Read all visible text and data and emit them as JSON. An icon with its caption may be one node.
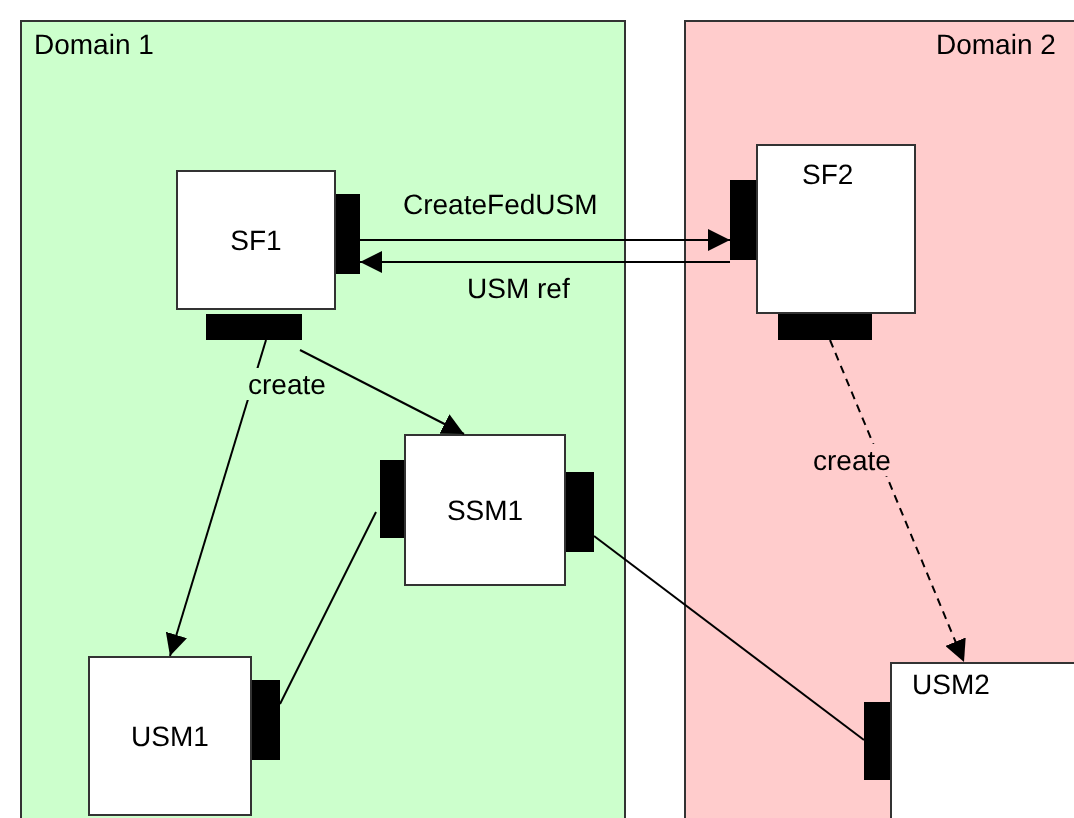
{
  "diagram": {
    "nodes": [
      {
        "text": [
          "Domain 1"
        ]
      },
      {
        "text": [
          "SF1"
        ],
        "in": 0
      },
      {
        "text": [
          "SSM1"
        ],
        "in": 0
      },
      {
        "text": [
          "USM1"
        ],
        "in": 0
      },
      {
        "text": [
          "Domain 2"
        ]
      },
      {
        "text": [
          "SF2"
        ],
        "in": 4
      },
      {
        "text": [
          "USM2"
        ],
        "in": 4
      }
    ],
    "edges": [
      {
        "from": 1,
        "to": 5,
        "arrow": "to",
        "label": "CreateFedUSM"
      },
      {
        "from": 5,
        "to": 1,
        "arrow": "to",
        "label": "USM ref"
      },
      {
        "from": 1,
        "to": 3,
        "arrow": "to"
      },
      {
        "from": 1,
        "to": 2,
        "arrow": "to",
        "label": "create"
      },
      {
        "from": 2,
        "to": 3,
        "arrow": "none"
      },
      {
        "from": 2,
        "to": 6,
        "arrow": "none"
      },
      {
        "from": 5,
        "to": 6,
        "arrow": "to",
        "style": "dashed",
        "label": "create"
      }
    ]
  }
}
